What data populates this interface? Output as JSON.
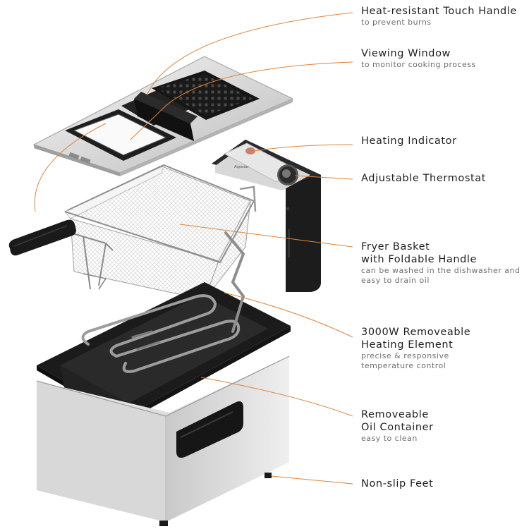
{
  "brand": "Aigostar",
  "accent_color": "#e0843a",
  "callouts": [
    {
      "title": "Heat-resistant Touch Handle",
      "sub": "to prevent burns"
    },
    {
      "title": "Viewing Window",
      "sub": "to monitor cooking process"
    },
    {
      "title": "Heating Indicator"
    },
    {
      "title": "Adjustable Thermostat"
    },
    {
      "title": "Fryer Basket",
      "title2": "with Foldable Handle",
      "sub": "can be washed in the dishwasher and",
      "sub2": "easy to drain oil"
    },
    {
      "title": "3000W Removeable",
      "title2": "Heating Element",
      "sub": "precise & responsive",
      "sub2": "temperature control"
    },
    {
      "title": "Removeable",
      "title2": "Oil Container",
      "sub": "easy to clean"
    },
    {
      "title": "Non-slip Feet"
    }
  ]
}
